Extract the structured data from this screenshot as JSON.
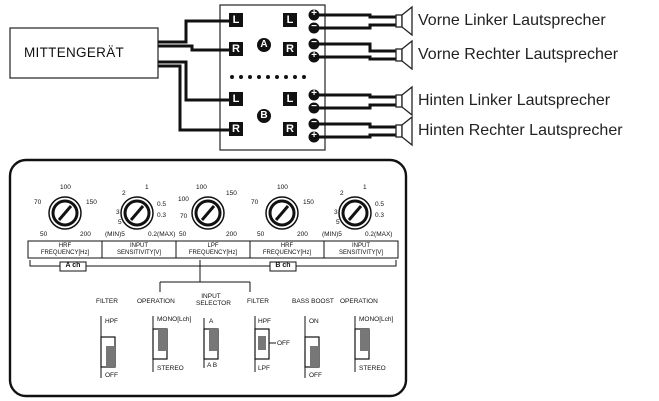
{
  "unit": {
    "label": "MITTENGERÄT"
  },
  "amp": {
    "section_a": "A",
    "section_b": "B",
    "left": "L",
    "right": "R",
    "plus": "+",
    "minus": "−"
  },
  "speakers": [
    "Vorne Linker Lautsprecher",
    "Vorne Rechter Lautsprecher",
    "Hinten Linker Lautsprecher",
    "Hinten Rechter Lautsprecher"
  ],
  "panel": {
    "knobs": [
      {
        "top": "100",
        "upper_left": "70",
        "upper_right": "150",
        "bottom_left": "50",
        "bottom_right": "200"
      },
      {
        "top": "1",
        "upper_left": "2",
        "upper_right": "0.5",
        "mid_left": "3",
        "mid_right": "0.3",
        "low_left": "5",
        "bottom_left": "(MIN)5",
        "bottom_right": "0.2(MAX)"
      },
      {
        "top": "100",
        "upper_left": "100",
        "upper_right": "150",
        "mid_left": "70",
        "bottom_left": "50",
        "bottom_right": "200"
      },
      {
        "top": "100",
        "upper_left": "70",
        "upper_right": "150",
        "bottom_left": "50",
        "bottom_right": "200"
      },
      {
        "top": "1",
        "upper_left": "2",
        "upper_right": "0.5",
        "mid_left": "3",
        "mid_right": "0.3",
        "low_left": "5",
        "bottom_left": "(MIN)5",
        "bottom_right": "0.2(MAX)"
      }
    ],
    "labels": [
      {
        "line1": "HRF",
        "line2": "FREQUENCY[Hz]"
      },
      {
        "line1": "INPUT",
        "line2": "SENSITIVITY[V]"
      },
      {
        "line1": "LPF",
        "line2": "FREQUENCY[Hz]"
      },
      {
        "line1": "HRF",
        "line2": "FREQUENCY[Hz]"
      },
      {
        "line1": "INPUT",
        "line2": "SENSITIVITY[V]"
      }
    ],
    "channels": {
      "a": "A ch",
      "b": "B ch"
    },
    "switches": [
      {
        "title": "FILTER",
        "top": "HPF",
        "bottom": "OFF"
      },
      {
        "title": "OPERATION",
        "top": "MONO[Lch]",
        "bottom": "STEREO"
      },
      {
        "title": "INPUT SELECTOR",
        "top": "A",
        "bottom": "A B"
      },
      {
        "title": "FILTER",
        "top": "HPF",
        "middle": "OFF",
        "bottom": "LPF"
      },
      {
        "title": "BASS BOOST",
        "top": "ON",
        "bottom": "OFF"
      },
      {
        "title": "OPERATION",
        "top": "MONO[Lch]",
        "bottom": "STEREO"
      }
    ]
  }
}
